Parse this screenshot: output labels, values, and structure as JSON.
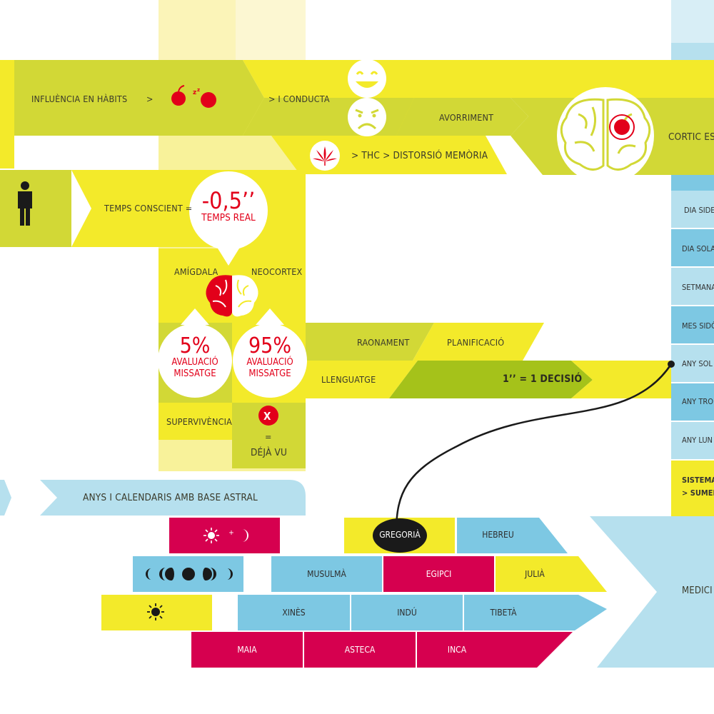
{
  "colors": {
    "yellow": "#f3ea2a",
    "olive": "#d2d836",
    "green": "#a5c21a",
    "pale_yellow": "#fcf7c9",
    "blue": "#7dc8e3",
    "light_blue": "#b6e0ee",
    "magenta": "#d6004f",
    "red": "#e2001a",
    "black": "#1a1a1a"
  },
  "top": {
    "habits": "INFLUÈNCIA EN HÀBITS",
    "habits_arrow": ">",
    "conducta": "> I CONDUCTA",
    "avorriment": "AVORRIMENT",
    "thc": "> THC > DISTORSIÓ MEMÒRIA",
    "cortic": "CORTIC ES"
  },
  "time": {
    "label": "TEMPS CONSCIENT =",
    "value": "-0,5’’",
    "value_label": "TEMPS REAL"
  },
  "brain": {
    "amigdala": "AMÍGDALA",
    "neocortex": "NEOCORTEX",
    "pct1": "5%",
    "pct1_label1": "AVALUACIÓ",
    "pct1_label2": "MISSATGE",
    "pct2": "95%",
    "pct2_label1": "AVALUACIÓ",
    "pct2_label2": "MISSATGE",
    "supervivencia": "SUPERVIVÈNCIA",
    "x_mark": "X",
    "equals": "=",
    "deja_vu": "DÉJÀ VU",
    "raonament": "RAONAMENT",
    "planificacio": "PLANIFICACIÓ",
    "llenguatge": "LLENGUATGE",
    "decisio": "1’’ = 1 DECISIÓ"
  },
  "side_list": [
    "DIA SIDE",
    "DIA SOLA",
    "SETMANA",
    "MES SIDÒ",
    "ANY SOL",
    "ANY TRO",
    "ANY LUN"
  ],
  "side_bottom": [
    "SISTEMA",
    "> SUMER"
  ],
  "calendars": {
    "title": "ANYS I CALENDARIS AMB BASE ASTRAL",
    "gregoria": "GREGORIÀ",
    "hebreu": "HEBREU",
    "musulma": "MUSULMÀ",
    "egipci": "EGIPCI",
    "julia": "JULIÀ",
    "xines": "XINÈS",
    "indu": "INDÚ",
    "tibeta": "TIBETÀ",
    "maia": "MAIA",
    "asteca": "ASTECA",
    "inca": "INCA",
    "plus": "+",
    "medici": "MEDICI"
  },
  "icons": [
    "apple-icon",
    "sleep-zz-icon",
    "happy-face-icon",
    "sad-face-icon",
    "cannabis-leaf-icon",
    "brain-target-icon",
    "person-icon",
    "brain-two-halves-icon",
    "sun-icon",
    "moon-icon",
    "moon-phases-icon",
    "x-circle-icon"
  ]
}
